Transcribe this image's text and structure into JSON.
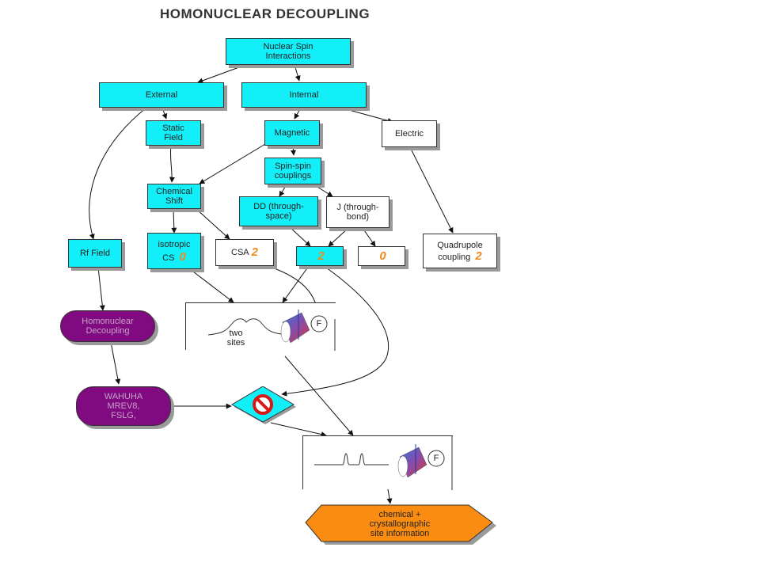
{
  "title": "HOMONUCLEAR DECOUPLING",
  "nodes": {
    "nuclear": "Nuclear Spin\nInteractions",
    "external": "External",
    "internal": "Internal",
    "static_field": "Static\nField",
    "magnetic": "Magnetic",
    "electric": "Electric",
    "spin_spin": "Spin-spin\ncouplings",
    "chemical_shift": "Chemical\nShift",
    "dd": "DD (through-\nspace)",
    "j": "J (through-\nbond)",
    "rf_field": "Rf Field",
    "isotropic": "isotropic",
    "isotropic_cs": "CS",
    "isotropic_num": "0",
    "csa": "CSA",
    "csa_num": "2",
    "dd_num": "2",
    "j_num": "0",
    "quadrupole_line1": "Quadrupole",
    "quadrupole_line2": "coupling",
    "quadrupole_num": "2",
    "homonuclear_decoupling": "Homonuclear\nDecoupling",
    "sequences": "WAHUHA\nMREV8,\nFSLG,",
    "two_sites": "two\nsites",
    "rotor_label_1": "F",
    "rotor_label_2": "F",
    "result": "chemical +\ncrystallographic\nsite information"
  },
  "colors": {
    "cyan": "#12eff8",
    "purple": "#800a80",
    "orange": "#f98c11",
    "number_orange": "#f08a1c",
    "prohibition_red": "#d81818"
  }
}
